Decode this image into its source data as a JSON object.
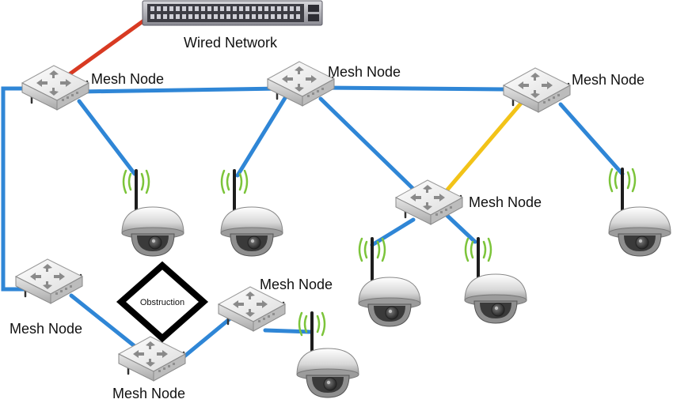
{
  "labels": {
    "wired_network": "Wired Network",
    "mesh_node": "Mesh Node",
    "obstruction": "Obstruction"
  },
  "colors": {
    "wireless_link": "#2f86d6",
    "wired_link": "#d83a22",
    "weak_link": "#f2c318",
    "signal_wave": "#7cc43a",
    "obstruction_border": "#000000"
  },
  "icons": {
    "switch": "network-switch-icon",
    "node": "mesh-router-icon",
    "camera": "dome-camera-icon"
  }
}
